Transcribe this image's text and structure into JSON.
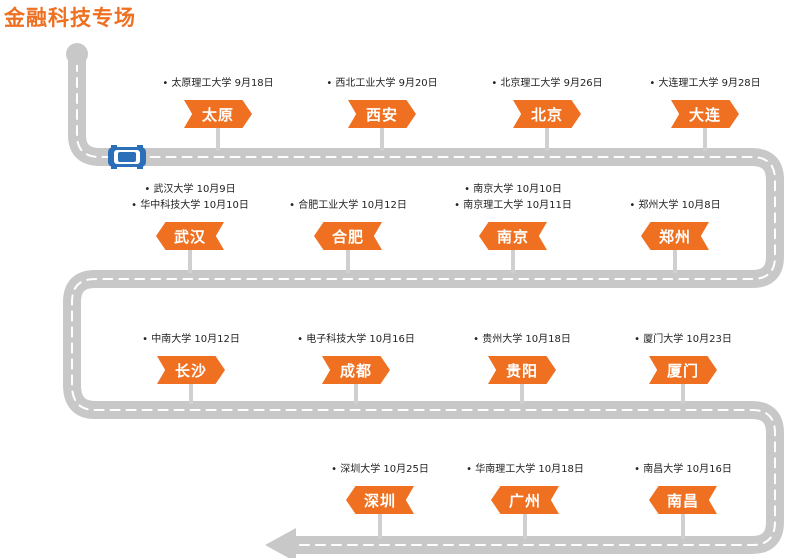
{
  "title": "金融科技专场",
  "colors": {
    "accent": "#ee7020",
    "road": "#c8c8c8",
    "dash": "#ffffff",
    "car": "#2a6fb8"
  },
  "rows": [
    {
      "direction": "right",
      "stops": [
        {
          "city": "太原",
          "schools": [
            "• 太原理工大学   9月18日"
          ]
        },
        {
          "city": "西安",
          "schools": [
            "• 西北工业大学   9月20日"
          ]
        },
        {
          "city": "北京",
          "schools": [
            "• 北京理工大学   9月26日"
          ]
        },
        {
          "city": "大连",
          "schools": [
            "• 大连理工大学   9月28日"
          ]
        }
      ]
    },
    {
      "direction": "left",
      "stops": [
        {
          "city": "武汉",
          "schools": [
            "• 武汉大学   10月9日",
            "• 华中科技大学   10月10日"
          ]
        },
        {
          "city": "合肥",
          "schools": [
            "• 合肥工业大学   10月12日"
          ]
        },
        {
          "city": "南京",
          "schools": [
            "• 南京大学   10月10日",
            "• 南京理工大学   10月11日"
          ]
        },
        {
          "city": "郑州",
          "schools": [
            "• 郑州大学   10月8日"
          ]
        }
      ]
    },
    {
      "direction": "right",
      "stops": [
        {
          "city": "长沙",
          "schools": [
            "• 中南大学   10月12日"
          ]
        },
        {
          "city": "成都",
          "schools": [
            "• 电子科技大学   10月16日"
          ]
        },
        {
          "city": "贵阳",
          "schools": [
            "• 贵州大学   10月18日"
          ]
        },
        {
          "city": "厦门",
          "schools": [
            "• 厦门大学   10月23日"
          ]
        }
      ]
    },
    {
      "direction": "left",
      "stops": [
        {
          "city": "深圳",
          "schools": [
            "• 深圳大学   10月25日"
          ]
        },
        {
          "city": "广州",
          "schools": [
            "• 华南理工大学   10月18日"
          ]
        },
        {
          "city": "南昌",
          "schools": [
            "• 南昌大学   10月16日"
          ]
        }
      ]
    }
  ]
}
